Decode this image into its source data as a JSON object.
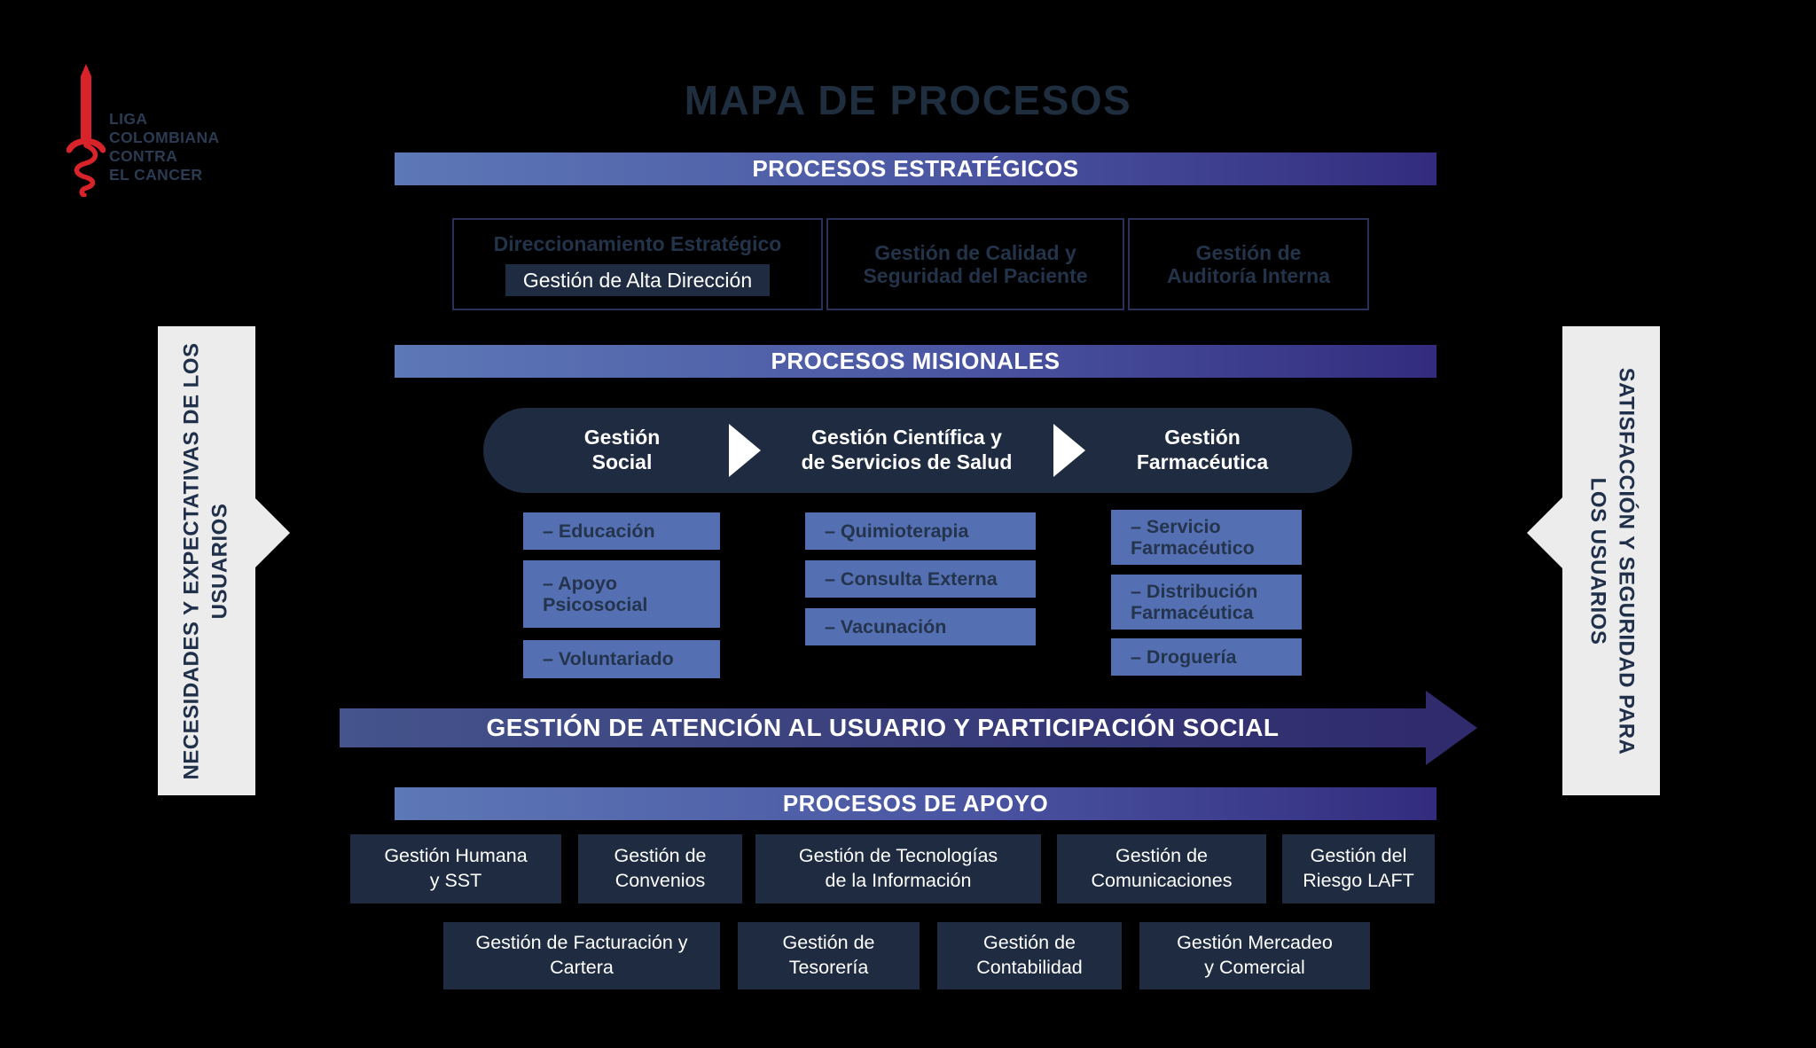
{
  "logo": {
    "lines": [
      "LIGA",
      "COLOMBIANA",
      "CONTRA",
      "EL CANCER"
    ]
  },
  "title": "MAPA DE PROCESOS",
  "strategic": {
    "banner": "PROCESOS ESTRATÉGICOS",
    "boxes": [
      {
        "title": "Direccionamiento Estratégico",
        "subtitle": "Gestión de Alta Dirección"
      },
      {
        "title": "Gestión de Calidad y Seguridad del Paciente"
      },
      {
        "title": "Gestión de Auditoría Interna"
      }
    ]
  },
  "missional": {
    "banner": "PROCESOS MISIONALES",
    "flow": [
      "Gestión Social",
      "Gestión Científica y de Servicios de Salud",
      "Gestión Farmacéutica"
    ],
    "columns": [
      [
        "– Educación",
        "– Apoyo Psicosocial",
        "– Voluntariado"
      ],
      [
        "– Quimioterapia",
        "– Consulta Externa",
        "– Vacunación"
      ],
      [
        "– Servicio Farmacéutico",
        "– Distribución Farmacéutica",
        "– Droguería"
      ]
    ]
  },
  "arrow": {
    "label": "GESTIÓN DE ATENCIÓN AL USUARIO Y PARTICIPACIÓN SOCIAL"
  },
  "support": {
    "banner": "PROCESOS DE APOYO",
    "row1": [
      "Gestión Humana y SST",
      "Gestión de Convenios",
      "Gestión de Tecnologías de la Información",
      "Gestión de Comunicaciones",
      "Gestión del Riesgo LAFT"
    ],
    "row2": [
      "Gestión de Facturación y Cartera",
      "Gestión de Tesorería",
      "Gestión de Contabilidad",
      "Gestión Mercadeo y Comercial"
    ]
  },
  "sides": {
    "left": "NECESIDADES Y EXPECTATIVAS DE LOS USUARIOS",
    "right": "SATISFACCIÓN Y SEGURIDAD PARA LOS USUARIOS"
  },
  "colors": {
    "background": "#000000",
    "navy_box": "#1e2b40",
    "navy_text": "#22334a",
    "item_blue": "#5570b2",
    "banner_gradient_start": "#5d78b6",
    "banner_gradient_end": "#332c7e",
    "arrow_gradient_start": "#45548c",
    "arrow_gradient_end": "#2f2b6c",
    "side_bar_gray": "#ececec",
    "logo_red": "#d8232a"
  }
}
